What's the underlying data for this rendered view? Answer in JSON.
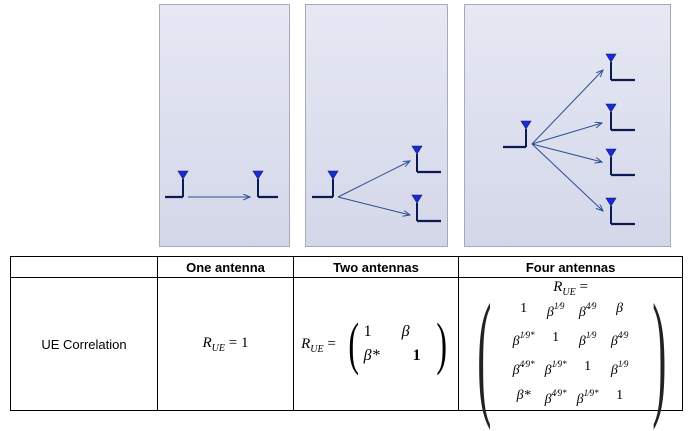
{
  "table": {
    "headers": [
      "",
      "One antenna",
      "Two antennas",
      "Four antennas"
    ],
    "row_label": "UE Correlation",
    "one": {
      "lhs": "R",
      "sub": "UE",
      "rhs": "= 1"
    },
    "two": {
      "lhs": "R",
      "sub": "UE",
      "eq": "=",
      "cells": [
        "1",
        "β",
        "β*",
        "1"
      ]
    },
    "four": {
      "lhs": "R",
      "sub": "UE",
      "eq": "=",
      "cells": [
        "1",
        "β",
        "β",
        "β",
        "β",
        "1",
        "β",
        "β",
        "β",
        "β",
        "1",
        "β",
        "β*",
        "β",
        "β",
        "1"
      ],
      "exps": [
        "",
        "1⁄9",
        "4⁄9",
        "",
        "1⁄9*",
        "",
        "1⁄9",
        "4⁄9",
        "4⁄9*",
        "1⁄9*",
        "",
        "1⁄9",
        "",
        "4⁄9*",
        "1⁄9*",
        ""
      ]
    }
  },
  "colors": {
    "antenna": "#1a2bd6",
    "arrow": "#2a4f8f",
    "panel": "#dadcee"
  }
}
